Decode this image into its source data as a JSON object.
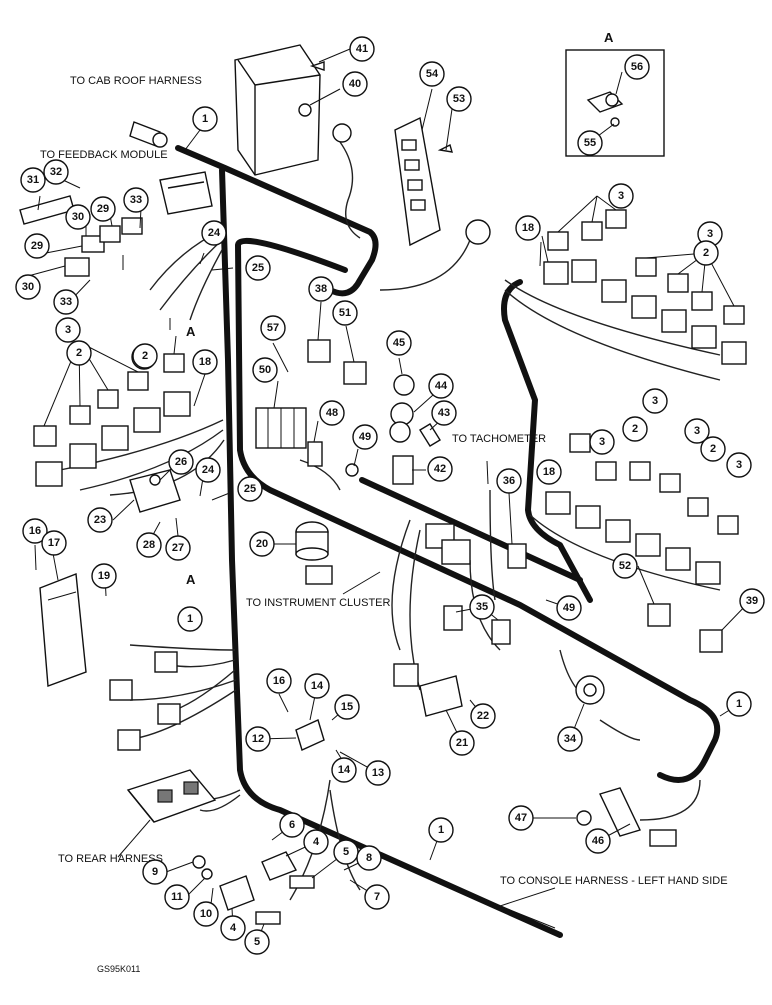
{
  "labels": {
    "cab_roof": "TO CAB ROOF HARNESS",
    "feedback": "TO FEEDBACK MODULE",
    "tachometer": "TO TACHOMETER",
    "instrument_cluster": "TO INSTRUMENT CLUSTER",
    "rear_harness": "TO REAR HARNESS",
    "console_harness": "TO CONSOLE HARNESS - LEFT HAND SIDE",
    "view_a_left": "A",
    "view_a_left2": "A",
    "detail_a": "A",
    "figure_code": "GS95K011"
  },
  "callouts": [
    {
      "id": "c41",
      "label": "41"
    },
    {
      "id": "c40",
      "label": "40"
    },
    {
      "id": "c54",
      "label": "54"
    },
    {
      "id": "c53",
      "label": "53"
    },
    {
      "id": "c56",
      "label": "56"
    },
    {
      "id": "c55",
      "label": "55"
    },
    {
      "id": "c1a",
      "label": "1"
    },
    {
      "id": "c31",
      "label": "31"
    },
    {
      "id": "c32",
      "label": "32"
    },
    {
      "id": "c30a",
      "label": "30"
    },
    {
      "id": "c29a",
      "label": "29"
    },
    {
      "id": "c33a",
      "label": "33"
    },
    {
      "id": "c29b",
      "label": "29"
    },
    {
      "id": "c30b",
      "label": "30"
    },
    {
      "id": "c33b",
      "label": "33"
    },
    {
      "id": "c24a",
      "label": "24"
    },
    {
      "id": "c25a",
      "label": "25"
    },
    {
      "id": "c18a",
      "label": "18"
    },
    {
      "id": "c3a",
      "label": "3"
    },
    {
      "id": "c3b",
      "label": "3"
    },
    {
      "id": "c2a",
      "label": "2"
    },
    {
      "id": "c3c",
      "label": "3"
    },
    {
      "id": "c2b",
      "label": "2"
    },
    {
      "id": "c38",
      "label": "38"
    },
    {
      "id": "c51",
      "label": "51"
    },
    {
      "id": "c57",
      "label": "57"
    },
    {
      "id": "c45",
      "label": "45"
    },
    {
      "id": "c3d",
      "label": "3"
    },
    {
      "id": "c2c",
      "label": "2"
    },
    {
      "id": "c18b",
      "label": "18"
    },
    {
      "id": "c50",
      "label": "50"
    },
    {
      "id": "c44",
      "label": "44"
    },
    {
      "id": "c43",
      "label": "43"
    },
    {
      "id": "c48",
      "label": "48"
    },
    {
      "id": "c49a",
      "label": "49"
    },
    {
      "id": "c42",
      "label": "42"
    },
    {
      "id": "c3e",
      "label": "3"
    },
    {
      "id": "c2d",
      "label": "2"
    },
    {
      "id": "c3f",
      "label": "3"
    },
    {
      "id": "c3g",
      "label": "3"
    },
    {
      "id": "c2e",
      "label": "2"
    },
    {
      "id": "c3h",
      "label": "3"
    },
    {
      "id": "c18c",
      "label": "18"
    },
    {
      "id": "c26",
      "label": "26"
    },
    {
      "id": "c24b",
      "label": "24"
    },
    {
      "id": "c25b",
      "label": "25"
    },
    {
      "id": "c23",
      "label": "23"
    },
    {
      "id": "c28",
      "label": "28"
    },
    {
      "id": "c27",
      "label": "27"
    },
    {
      "id": "c36",
      "label": "36"
    },
    {
      "id": "c16a",
      "label": "16"
    },
    {
      "id": "c17",
      "label": "17"
    },
    {
      "id": "c19",
      "label": "19"
    },
    {
      "id": "c20",
      "label": "20"
    },
    {
      "id": "c52",
      "label": "52"
    },
    {
      "id": "c39",
      "label": "39"
    },
    {
      "id": "c1b",
      "label": "1"
    },
    {
      "id": "c35",
      "label": "35"
    },
    {
      "id": "c49b",
      "label": "49"
    },
    {
      "id": "c16b",
      "label": "16"
    },
    {
      "id": "c14a",
      "label": "14"
    },
    {
      "id": "c15",
      "label": "15"
    },
    {
      "id": "c12",
      "label": "12"
    },
    {
      "id": "c13",
      "label": "13"
    },
    {
      "id": "c14b",
      "label": "14"
    },
    {
      "id": "c22",
      "label": "22"
    },
    {
      "id": "c21",
      "label": "21"
    },
    {
      "id": "c34",
      "label": "34"
    },
    {
      "id": "c1c",
      "label": "1"
    },
    {
      "id": "c6",
      "label": "6"
    },
    {
      "id": "c4a",
      "label": "4"
    },
    {
      "id": "c5a",
      "label": "5"
    },
    {
      "id": "c8",
      "label": "8"
    },
    {
      "id": "c1d",
      "label": "1"
    },
    {
      "id": "c47",
      "label": "47"
    },
    {
      "id": "c46",
      "label": "46"
    },
    {
      "id": "c9",
      "label": "9"
    },
    {
      "id": "c11",
      "label": "11"
    },
    {
      "id": "c10",
      "label": "10"
    },
    {
      "id": "c4b",
      "label": "4"
    },
    {
      "id": "c5b",
      "label": "5"
    },
    {
      "id": "c7",
      "label": "7"
    }
  ]
}
